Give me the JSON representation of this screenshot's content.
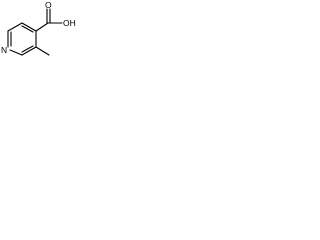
{
  "diagram": {
    "type": "chemical-structure",
    "atoms": {
      "nitrogen": "N",
      "oxygen_carbonyl": "O",
      "hydroxyl": "OH"
    },
    "colors": {
      "bond": "#000000",
      "text": "#000000",
      "background": "#ffffff"
    }
  }
}
